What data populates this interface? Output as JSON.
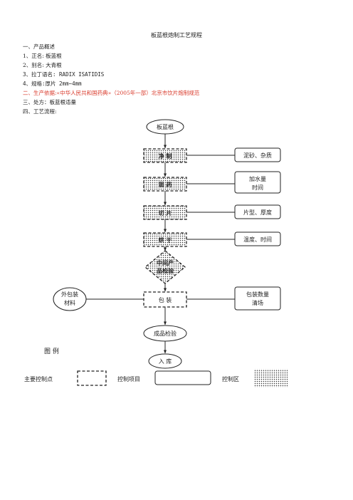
{
  "doc": {
    "title": "板蓝根炮制工艺规程",
    "lines": [
      {
        "id": "s1",
        "text": "一、产品概述"
      },
      {
        "id": "s2",
        "text": "1、正名:  板蓝根"
      },
      {
        "id": "s3",
        "text": "2、别名:  大青根"
      },
      {
        "id": "s4",
        "text": "3、拉丁语名: RADIX ISATIDIS"
      },
      {
        "id": "s5",
        "text": "4、规格:厚片 2mm~4mm"
      },
      {
        "id": "s6",
        "text": "二、生产依据:«中华人民共和国药典»（2005年一部）北京市饮片炮制规范"
      },
      {
        "id": "s7",
        "text": "三、处方：板蓝根适量"
      },
      {
        "id": "s8",
        "text": "四、工艺流程:"
      }
    ]
  },
  "flow": {
    "start": "板蓝根",
    "steps": [
      {
        "label": "净  制",
        "note": [
          "泥砂、杂质"
        ]
      },
      {
        "label": "润  药",
        "note": [
          "加水量",
          "时间"
        ]
      },
      {
        "label": "切  片",
        "note": [
          "片型、厚度"
        ]
      },
      {
        "label": "烘  干",
        "note": [
          "温度、时间"
        ]
      }
    ],
    "decision": [
      "中间产",
      "品检验"
    ],
    "pack": "包  装",
    "pack_input": [
      "外包装",
      "材料"
    ],
    "pack_note": [
      "包装数量",
      "清场"
    ],
    "final_check": "成品检验",
    "end": "入  库"
  },
  "legend": {
    "title": "图  例",
    "items": [
      {
        "label": "主要控制点"
      },
      {
        "label": "控制项目"
      },
      {
        "label": "控制区"
      }
    ]
  },
  "colors": {
    "accent_red": "#d93a2b",
    "line": "#222222"
  }
}
